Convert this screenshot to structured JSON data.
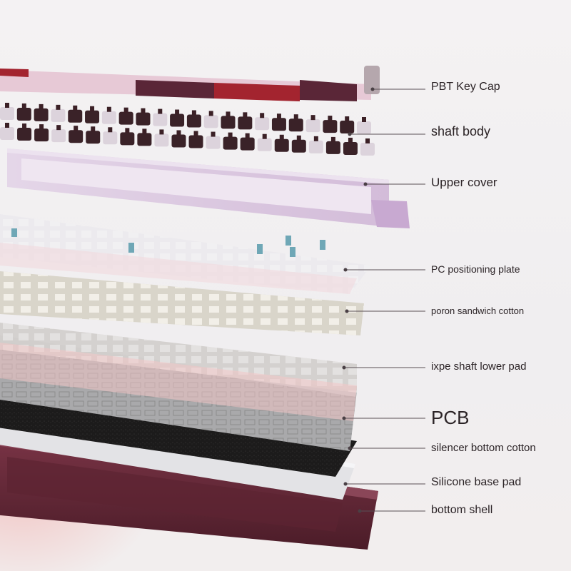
{
  "labels": {
    "keycap": "PBT Key Cap",
    "shaft_body": "shaft body",
    "upper_cover": "Upper cover",
    "pc_plate": "PC positioning plate",
    "poron": "poron sandwich cotton",
    "ixpe": "ixpe shaft lower pad",
    "pcb": "PCB",
    "silencer": "silencer bottom cotton",
    "silicone": "Silicone base pad",
    "bottom_shell": "bottom shell"
  },
  "colors": {
    "keycap_pink": "#e7c9d6",
    "keycap_plum": "#5a2637",
    "keycap_red": "#a3242f",
    "switch_dark": "#3a2228",
    "switch_light": "#dcd3dc",
    "upper_cover": "#d6c3dc",
    "pc_plate": "#eaecef",
    "poron": "#d7d3c8",
    "ixpe": "#cbc8c6",
    "pcb": "#a6a6a6",
    "silencer": "#1b1a1a",
    "silicone": "#e0e0e3",
    "bottom_shell": "#6b2a3b",
    "stabilizer": "#6fa7b6"
  }
}
